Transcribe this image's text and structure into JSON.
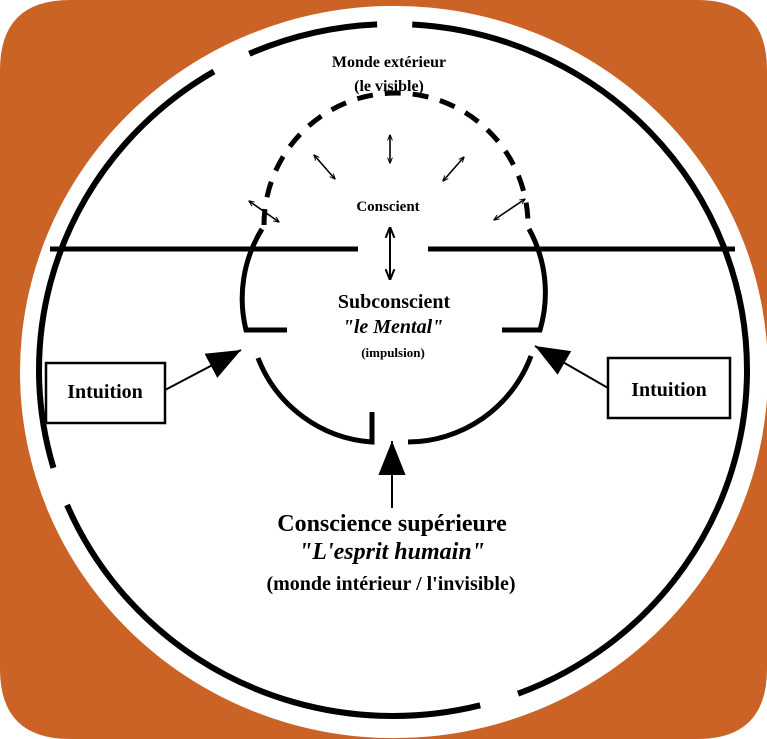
{
  "colors": {
    "frame": "#cc6326",
    "ink": "#000000",
    "background": "#ffffff"
  },
  "labels": {
    "outer_world": "Monde extérieur",
    "outer_world_sub": "(le visible)",
    "conscious": "Conscient",
    "subconscious": "Subconscient",
    "mental": "\"le Mental\"",
    "impulse": "(impulsion)",
    "intuition_left": "Intuition",
    "intuition_right": "Intuition",
    "higher_consciousness": "Conscience supérieure",
    "human_spirit": "\"L'esprit humain\"",
    "inner_world": "(monde intérieur / l'invisible)"
  }
}
